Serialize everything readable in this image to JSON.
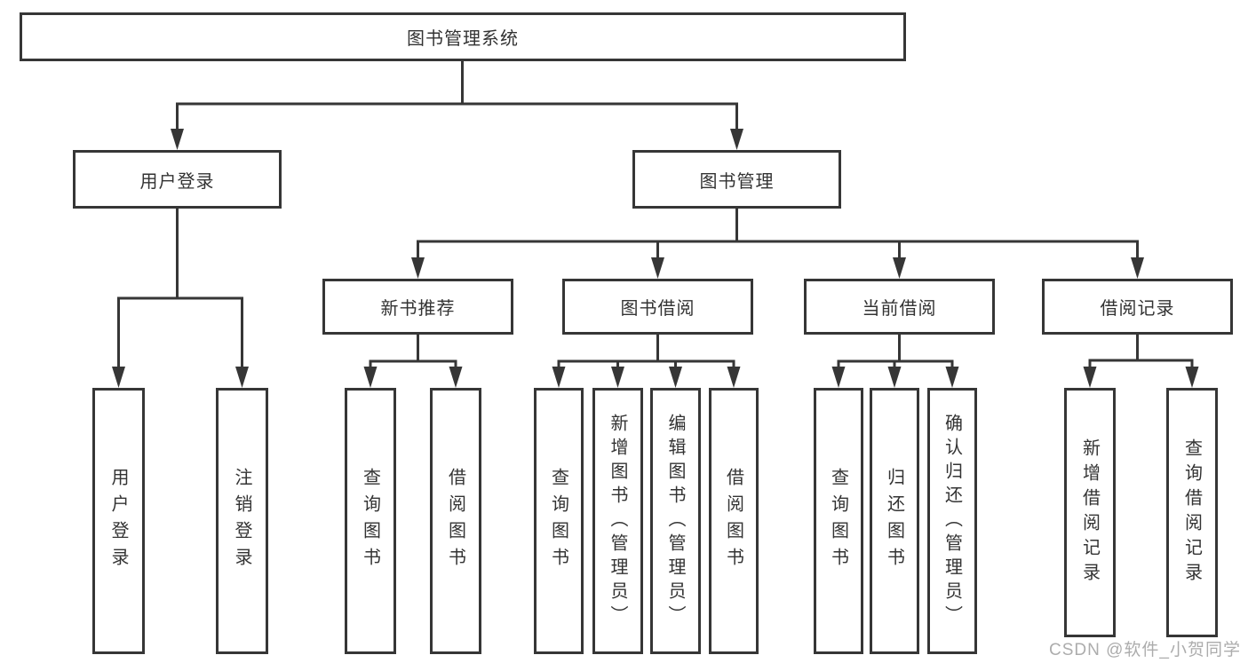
{
  "colors": {
    "line": "#363636",
    "box_border": "#363636",
    "text": "#333333",
    "box_background": "#ffffff",
    "watermark": "#9e9e9e"
  },
  "watermark": {
    "text": "CSDN @软件_小贺同学"
  },
  "diagram": {
    "type": "hierarchy-tree",
    "root": {
      "label": "图书管理系统",
      "children": [
        {
          "label": "用户登录",
          "children": [
            {
              "label": "用户登录"
            },
            {
              "label": "注销登录"
            }
          ]
        },
        {
          "label": "图书管理",
          "children": [
            {
              "label": "新书推荐",
              "children": [
                {
                  "label": "查询图书"
                },
                {
                  "label": "借阅图书"
                }
              ]
            },
            {
              "label": "图书借阅",
              "children": [
                {
                  "label": "查询图书"
                },
                {
                  "label": "新增图书（管理员）"
                },
                {
                  "label": "编辑图书（管理员）"
                },
                {
                  "label": "借阅图书"
                }
              ]
            },
            {
              "label": "当前借阅",
              "children": [
                {
                  "label": "查询图书"
                },
                {
                  "label": "归还图书"
                },
                {
                  "label": "确认归还（管理员）"
                }
              ]
            },
            {
              "label": "借阅记录",
              "children": [
                {
                  "label": "新增借阅记录"
                },
                {
                  "label": "查询借阅记录"
                }
              ]
            }
          ]
        }
      ]
    }
  }
}
